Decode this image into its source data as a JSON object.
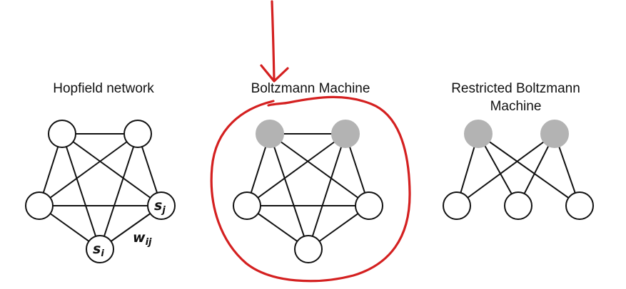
{
  "panels": [
    {
      "id": "hopfield",
      "title": "Hopfield network"
    },
    {
      "id": "boltzmann",
      "title": "Boltzmann Machine"
    },
    {
      "id": "rbm",
      "title_line1": "Restricted Boltzmann",
      "title_line2": "Machine"
    }
  ],
  "labels": {
    "s_i": {
      "base": "s",
      "sub": "i"
    },
    "s_j": {
      "base": "s",
      "sub": "j"
    },
    "w_ij": {
      "base": "w",
      "sub": "ij"
    }
  },
  "colors": {
    "edge": "#111111",
    "visible_node": "#ffffff",
    "hidden_node": "#b3b3b3",
    "annotation": "#d42020"
  }
}
